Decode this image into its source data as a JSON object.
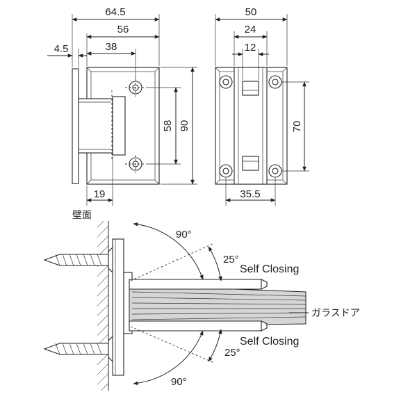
{
  "front_view": {
    "dims": {
      "width_overall": "64.5",
      "width_plate": "56",
      "hole_offset": "38",
      "wall_thickness": "4.5",
      "hole_pitch": "58",
      "height": "90",
      "leaf_offset": "19"
    }
  },
  "side_view": {
    "dims": {
      "width": "50",
      "center_width": "24",
      "inner_width": "12",
      "hole_pitch": "70",
      "hole_span": "35.5"
    }
  },
  "install_view": {
    "wall_label": "壁面",
    "angle_top": "90°",
    "angle_bottom": "90°",
    "closing_angle_top": "25°",
    "closing_angle_bottom": "25°",
    "self_closing_top": "Self Closing",
    "self_closing_bottom": "Self Closing",
    "glass_door_label": "ガラスドア"
  },
  "colors": {
    "line": "#222222",
    "shade": "#d6d6d6",
    "background": "#ffffff"
  }
}
